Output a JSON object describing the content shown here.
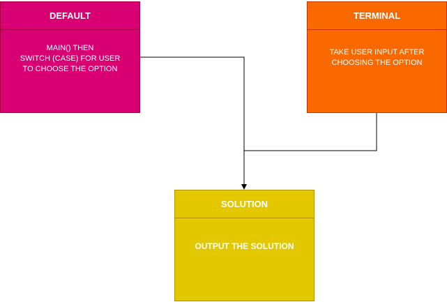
{
  "boxes": {
    "default": {
      "title": "DEFAULT",
      "body": "MAIN() THEN\nSWITCH (CASE) FOR USER\nTO CHOOSE THE OPTION",
      "fill": "#d80073"
    },
    "terminal": {
      "title": "TERMINAL",
      "body": "TAKE USER INPUT  AFTER\nCHOOSING THE OPTION",
      "fill": "#fa6800"
    },
    "solution": {
      "title": "SOLUTION",
      "body": "OUTPUT THE SOLUTION",
      "fill": "#e3c800"
    }
  },
  "connectors": [
    {
      "from": "default",
      "to": "solution"
    },
    {
      "from": "terminal",
      "to": "solution"
    }
  ]
}
